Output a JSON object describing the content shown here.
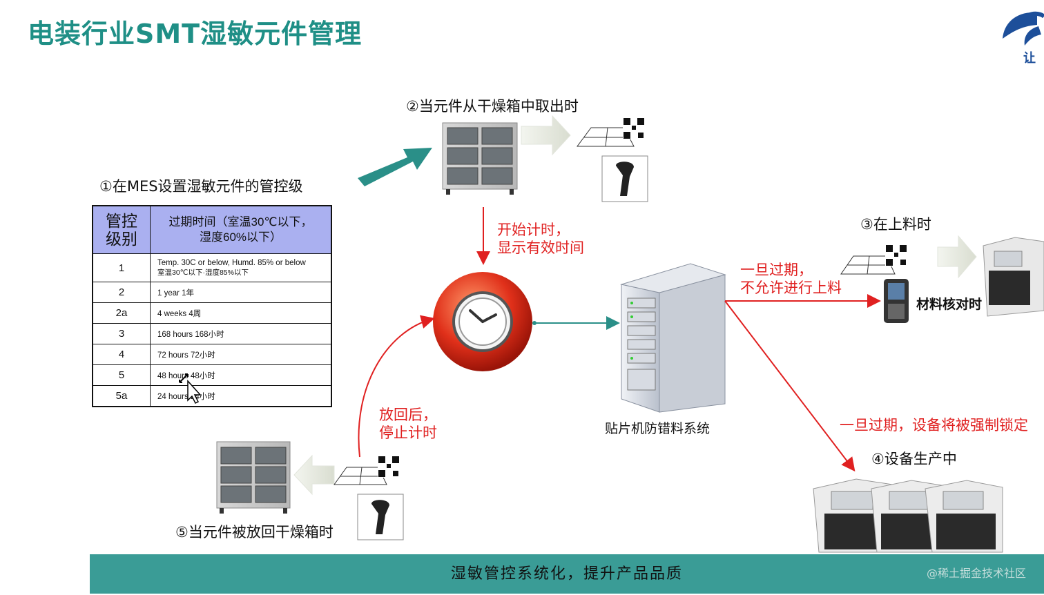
{
  "title": "电装行业SMT湿敏元件管理",
  "logo_text": "让",
  "steps": {
    "s1": "①在MES设置湿敏元件的管控级",
    "s2": "②当元件从干燥箱中取出时",
    "s3": "③在上料时",
    "s4": "④设备生产中",
    "s5": "⑤当元件被放回干燥箱时"
  },
  "notes": {
    "start_timer_1": "开始计时，",
    "start_timer_2": "显示有效时间",
    "return_1": "放回后，",
    "return_2": "停止计时",
    "expired_1": "一旦过期，",
    "expired_2": "不允许进行上料",
    "material_check": "材料核对时",
    "lock": "一旦过期，设备将被强制锁定",
    "system": "贴片机防错料系统"
  },
  "table": {
    "header_level_1": "管控",
    "header_level_2": "级别",
    "header_time_1": "过期时间（室温30℃以下，",
    "header_time_2": "湿度60%以下）",
    "rows": [
      {
        "level": "1",
        "desc1": "Temp. 30C or below, Humd. 85% or below",
        "desc2": "室温30℃以下·湿度85%以下"
      },
      {
        "level": "2",
        "desc1": "1 year 1年",
        "desc2": ""
      },
      {
        "level": "2a",
        "desc1": "4 weeks 4周",
        "desc2": ""
      },
      {
        "level": "3",
        "desc1": "168 hours 168小时",
        "desc2": ""
      },
      {
        "level": "4",
        "desc1": "72 hours 72小时",
        "desc2": ""
      },
      {
        "level": "5",
        "desc1": "48 hours 48小时",
        "desc2": ""
      },
      {
        "level": "5a",
        "desc1": "24 hours 24小时",
        "desc2": ""
      }
    ]
  },
  "banner": "湿敏管控系统化，提升产品品质",
  "watermark": "@稀土掘金技术社区",
  "colors": {
    "title": "#1f8f86",
    "red": "#e02020",
    "banner": "#3a9c96",
    "table_header": "#aab0f0",
    "teal_arrow": "#2a8f88"
  }
}
